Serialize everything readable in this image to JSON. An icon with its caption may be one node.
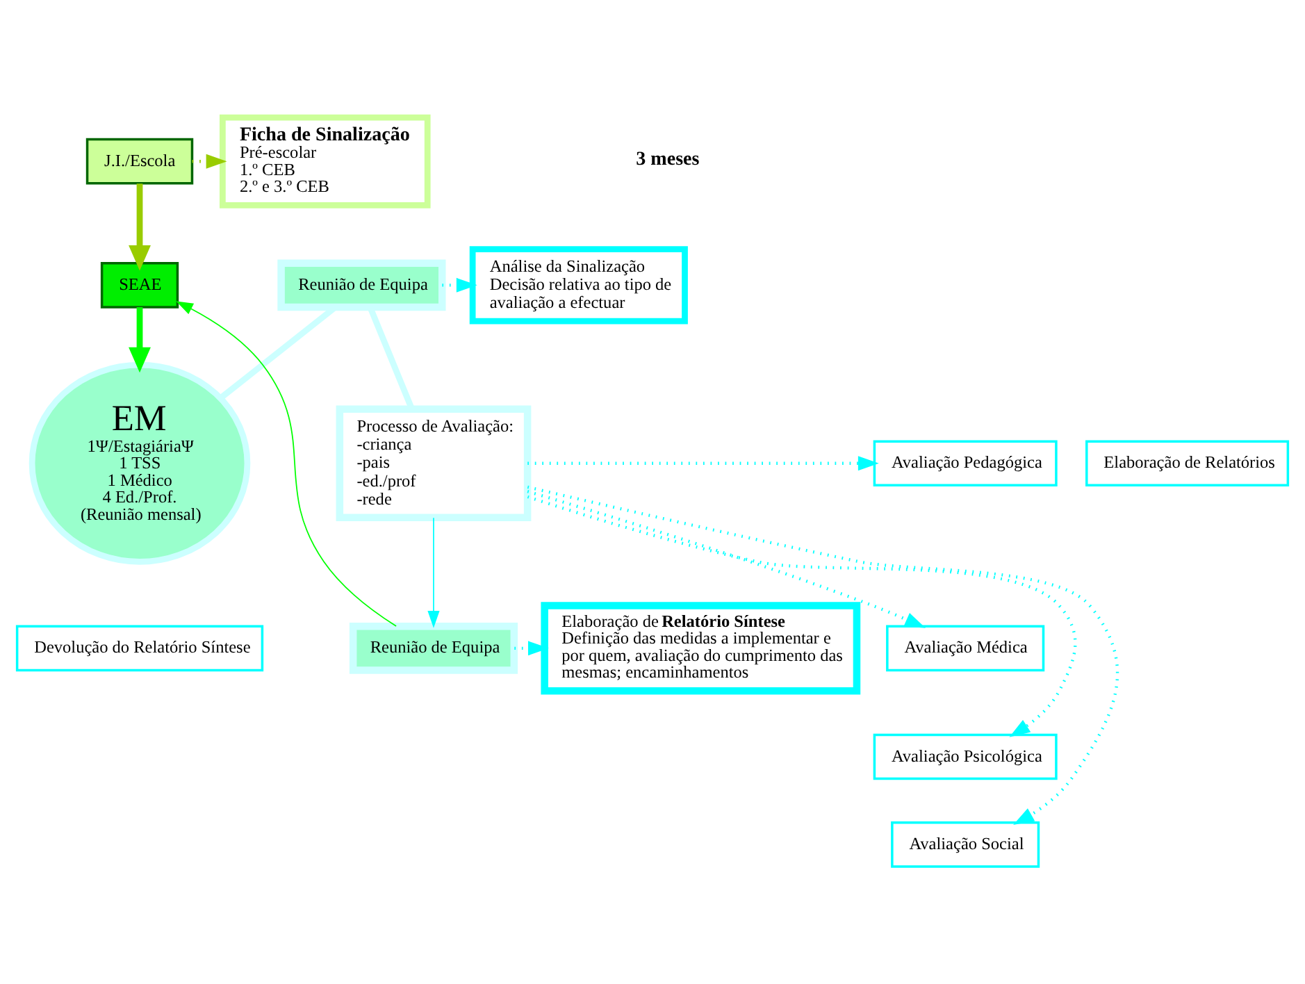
{
  "diagram": {
    "nodes": [
      {
        "text": [
          "J.I./Escola"
        ]
      },
      {
        "text": [
          "Ficha de Sinalização",
          "Pré-escolar",
          "1.º CEB",
          "2.º e 3.º CEB"
        ]
      },
      {
        "text": [
          "SEAE"
        ]
      },
      {
        "text": [
          "EM",
          "1Ψ/EstagiáriaΨ",
          "1 TSS",
          "1 Médico",
          "4 Ed./Prof.",
          "(Reunião mensal)"
        ]
      },
      {
        "text": [
          "Reunião de Equipa"
        ]
      },
      {
        "text": [
          "Análise da Sinalização",
          "Decisão relativa ao tipo de avaliação a efectuar"
        ]
      },
      {
        "text": [
          "Processo de Avaliação:",
          "-criança",
          "-pais",
          "-ed./prof",
          "-rede"
        ]
      },
      {
        "text": [
          "Avaliação Pedagógica"
        ]
      },
      {
        "text": [
          "Avaliação Médica"
        ]
      },
      {
        "text": [
          "Avaliação Psicológica"
        ]
      },
      {
        "text": [
          "Avaliação Social"
        ]
      },
      {
        "text": [
          "Elaboração de Relatórios"
        ]
      },
      {
        "text": [
          "Reunião de Equipa"
        ]
      },
      {
        "text": [
          "Elaboração de **Relatório Síntese**",
          "Definição das medidas a implementar e por quem, avaliação do cumprimento das mesmas; encaminhamentos"
        ]
      },
      {
        "text": [
          "Devolução do Relatório Síntese"
        ]
      }
    ],
    "edges": [
      {
        "from": 0,
        "to": 1,
        "arrow": "to",
        "style": "dashed",
        "color": "#99cc00"
      },
      {
        "from": 0,
        "to": 2,
        "arrow": "to",
        "style": "thick",
        "color": "#99cc00"
      },
      {
        "from": 2,
        "to": 3,
        "arrow": "to",
        "style": "thick",
        "color": "#00ff00"
      },
      {
        "from": 3,
        "to": 4,
        "arrow": "none",
        "style": "thick",
        "color": "#ccffff"
      },
      {
        "from": 4,
        "to": 5,
        "arrow": "to",
        "style": "dashed"
      },
      {
        "from": 4,
        "to": 6,
        "arrow": "none",
        "style": "thick",
        "color": "#ccffff"
      },
      {
        "from": 6,
        "to": 7,
        "arrow": "to",
        "style": "dashed"
      },
      {
        "from": 6,
        "to": 8,
        "arrow": "to",
        "style": "dashed"
      },
      {
        "from": 6,
        "to": 9,
        "arrow": "to",
        "style": "dashed"
      },
      {
        "from": 6,
        "to": 10,
        "arrow": "to",
        "style": "dashed"
      },
      {
        "from": 6,
        "to": 12,
        "arrow": "to"
      },
      {
        "from": 12,
        "to": 13,
        "arrow": "to",
        "style": "dashed"
      },
      {
        "from": 12,
        "to": 2,
        "arrow": "to",
        "color": "#00ff00"
      }
    ],
    "labels": [
      "3 meses"
    ]
  }
}
